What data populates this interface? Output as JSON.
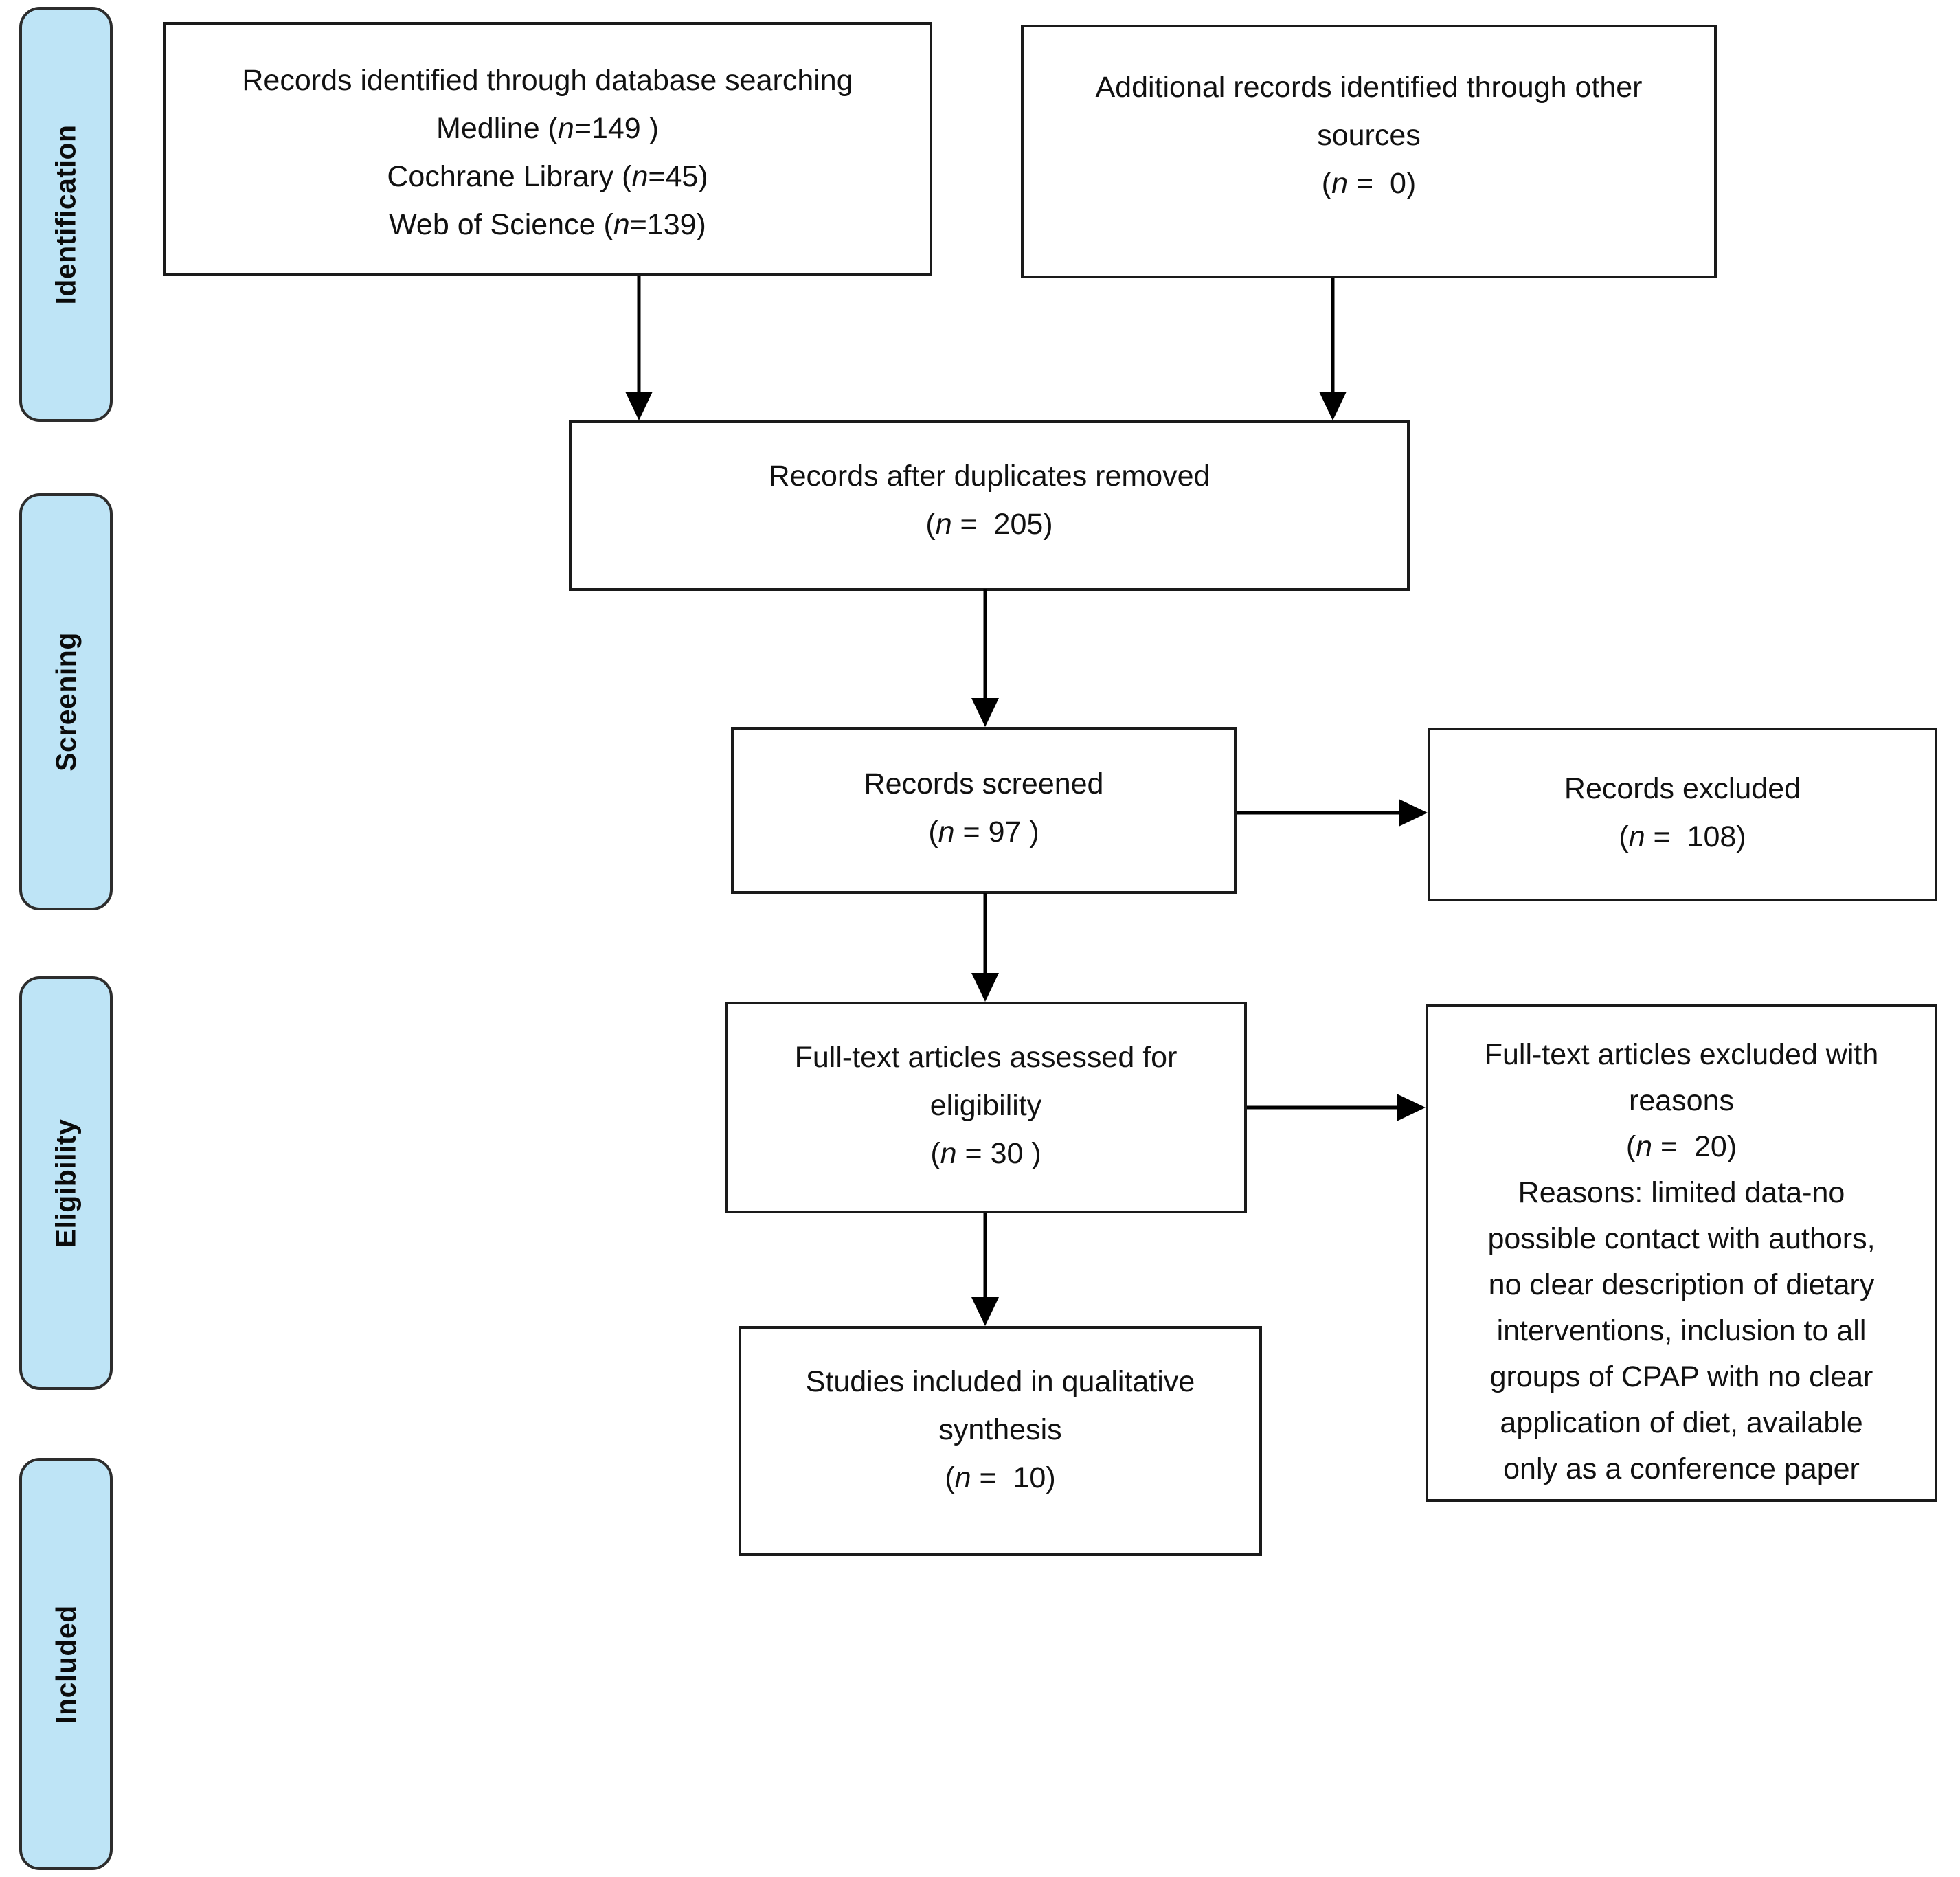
{
  "colors": {
    "background": "#ffffff",
    "stage_fill": "#bee4f6",
    "stage_border": "#2d2d2d",
    "box_fill": "#ffffff",
    "box_border": "#1a1a1a",
    "arrow": "#000000",
    "text": "#111111"
  },
  "stages": [
    {
      "label": "Identification"
    },
    {
      "label": "Screening"
    },
    {
      "label": "Eligibility"
    },
    {
      "label": "Included"
    }
  ],
  "boxes": {
    "database_search": {
      "lines": [
        "Records identified through database searching",
        "Medline (n=149 )",
        "Cochrane Library (n=45)",
        "Web of Science (n=139)"
      ]
    },
    "other_sources": {
      "lines": [
        "Additional records identified through other",
        "sources",
        "(n =  0)"
      ]
    },
    "after_duplicates": {
      "lines": [
        "Records after duplicates removed",
        "(n =  205)"
      ]
    },
    "screened": {
      "lines": [
        "Records screened",
        "(n = 97 )"
      ]
    },
    "records_excluded": {
      "lines": [
        "Records excluded",
        "(n =  108)"
      ]
    },
    "fulltext_assessed": {
      "lines": [
        "Full-text articles assessed for",
        "eligibility",
        "(n = 30 )"
      ]
    },
    "fulltext_excluded": {
      "lines": [
        "Full-text articles excluded with",
        "reasons",
        "(n =  20)",
        "Reasons: limited data-no",
        "possible contact with authors,",
        "no clear description of dietary",
        "interventions, inclusion to all",
        "groups of CPAP with no clear",
        "application of diet, available",
        "only as a conference paper"
      ]
    },
    "included_qualitative": {
      "lines": [
        "Studies included in qualitative",
        "synthesis",
        "(n =  10)"
      ]
    }
  },
  "counts": {
    "medline": 149,
    "cochrane_library": 45,
    "web_of_science": 139,
    "other_sources": 0,
    "after_duplicates": 205,
    "screened": 97,
    "records_excluded": 108,
    "fulltext_assessed": 30,
    "fulltext_excluded": 20,
    "included_qualitative": 10
  }
}
